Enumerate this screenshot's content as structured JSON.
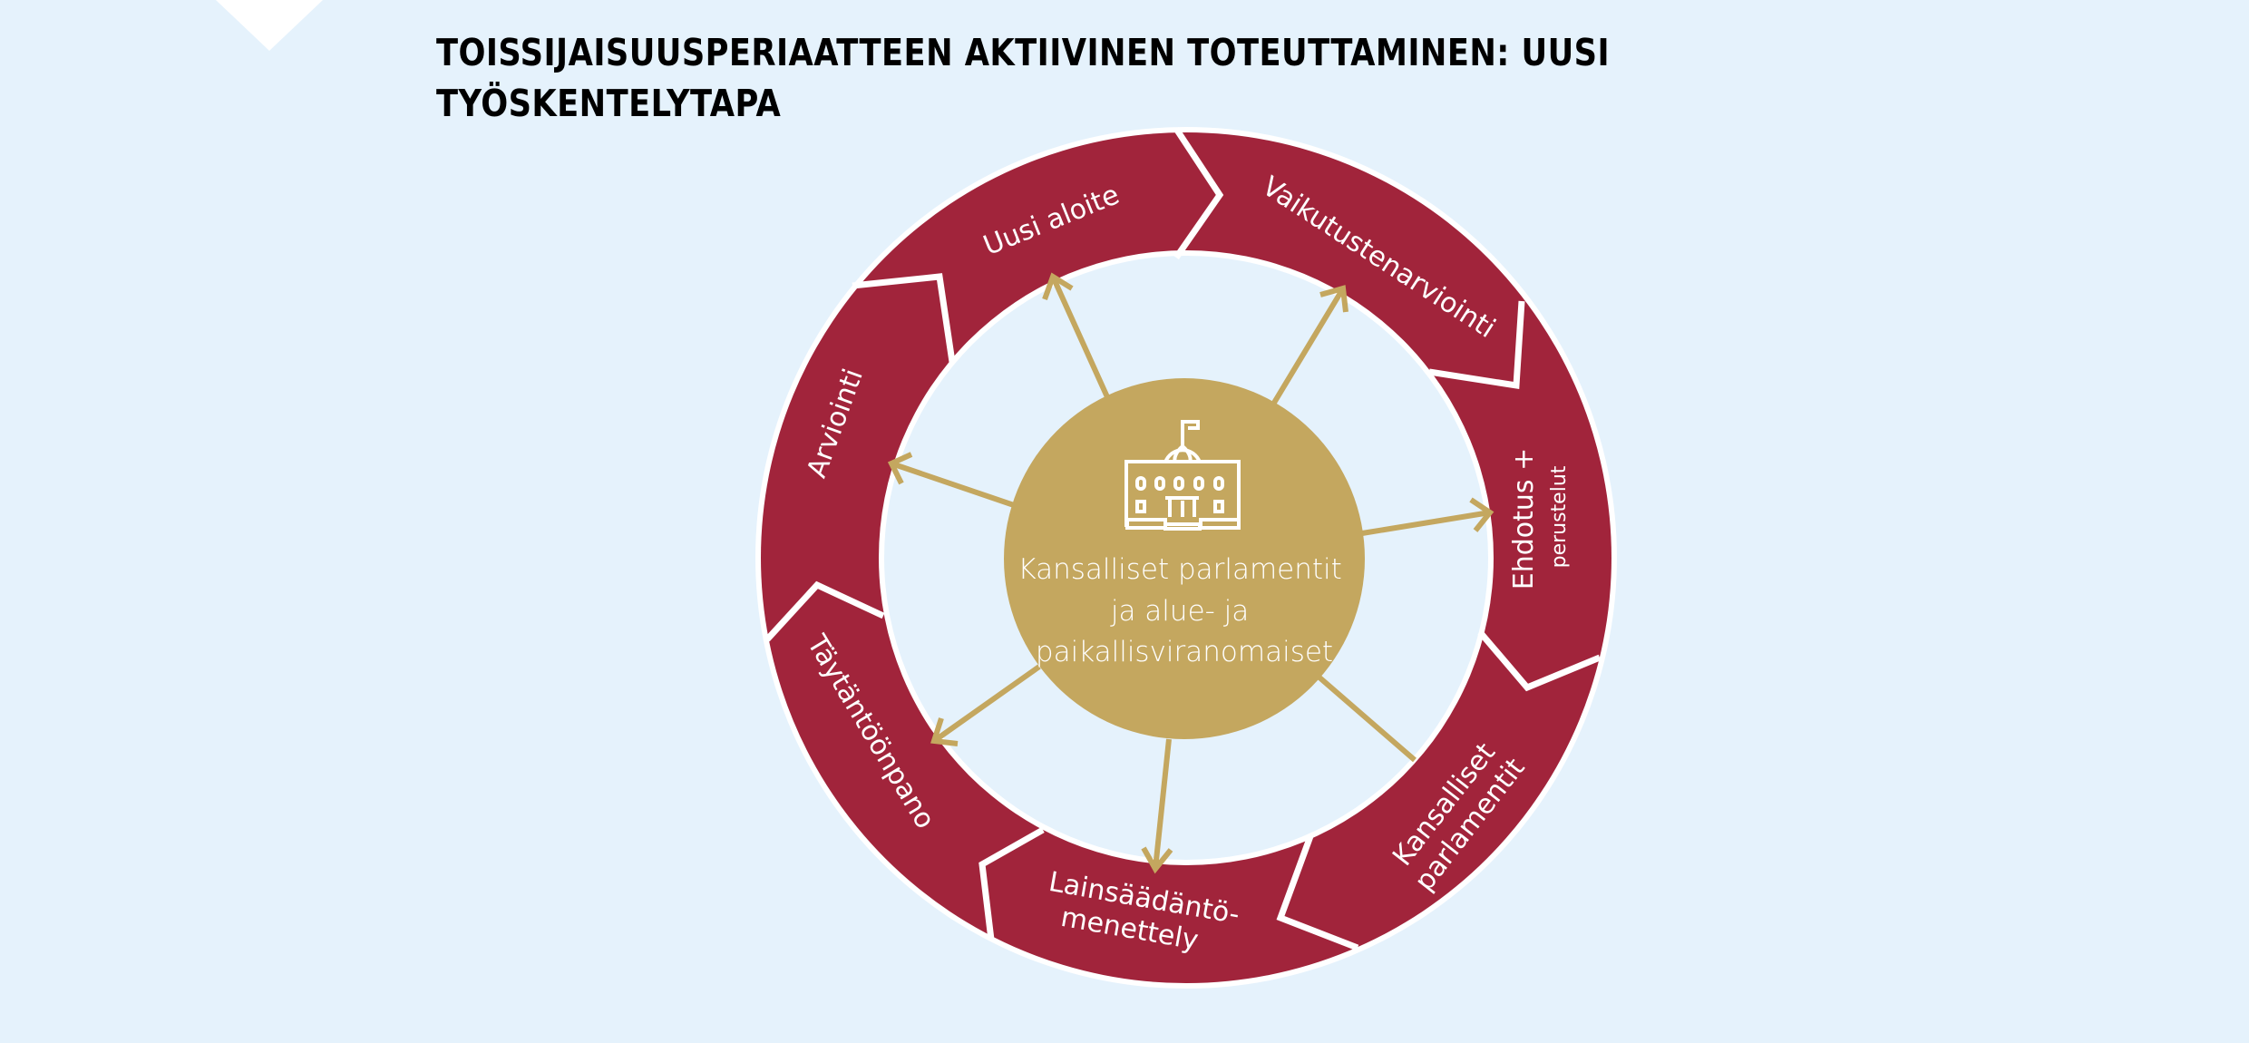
{
  "title": {
    "line1": "TOISSIJAISUUSPERIAATTEEN AKTIIVINEN TOTEUTTAMINEN: UUSI",
    "line2": "TYÖSKENTELYTAPA"
  },
  "colors": {
    "background": "#E5F2FC",
    "ring": "#A1243B",
    "center": "#C4A75F",
    "arrows": "#C4A75F",
    "separators": "#FFFFFF"
  },
  "center": {
    "icon": "parliament-building-icon",
    "line1": "Kansalliset parlamentit",
    "line2": "ja alue- ja",
    "line3": "paikallisviranomaiset"
  },
  "cycle_steps": [
    {
      "id": "uusi-aloite",
      "label": "Uusi aloite"
    },
    {
      "id": "vaikutustenarviointi",
      "label": "Vaikutustenarviointi"
    },
    {
      "id": "ehdotus",
      "label": "Ehdotus +",
      "sublabel": "perustelut"
    },
    {
      "id": "kansalliset-parlamentit",
      "label_line1": "Kansalliset",
      "label_line2": "parlamentit"
    },
    {
      "id": "lainsaadantomenettely",
      "label_line1": "Lainsäädäntö-",
      "label_line2": "menettely"
    },
    {
      "id": "taytantoonpano",
      "label": "Täytäntöönpano"
    },
    {
      "id": "arviointi",
      "label": "Arviointi"
    }
  ]
}
